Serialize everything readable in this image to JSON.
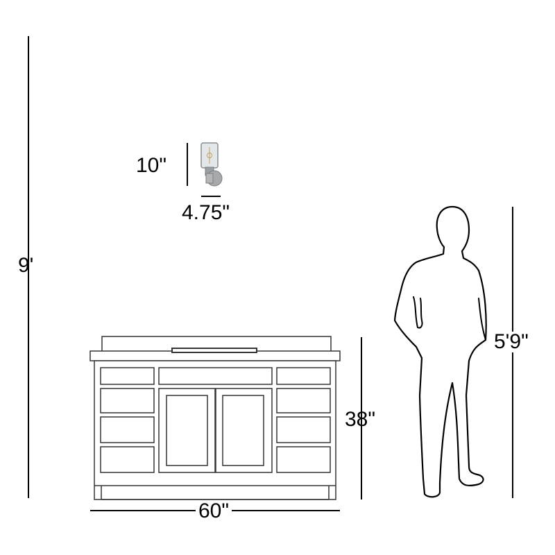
{
  "dimensions": {
    "ceiling_height": "9'",
    "fixture_height": "10\"",
    "fixture_width": "4.75\"",
    "vanity_height": "38\"",
    "vanity_width": "60\"",
    "person_height": "5'9\""
  },
  "colors": {
    "line": "#000000",
    "vanity_stroke": "#333333",
    "metal": "#a7a9ab",
    "glass": "#e3e7ea",
    "background": "#ffffff"
  }
}
